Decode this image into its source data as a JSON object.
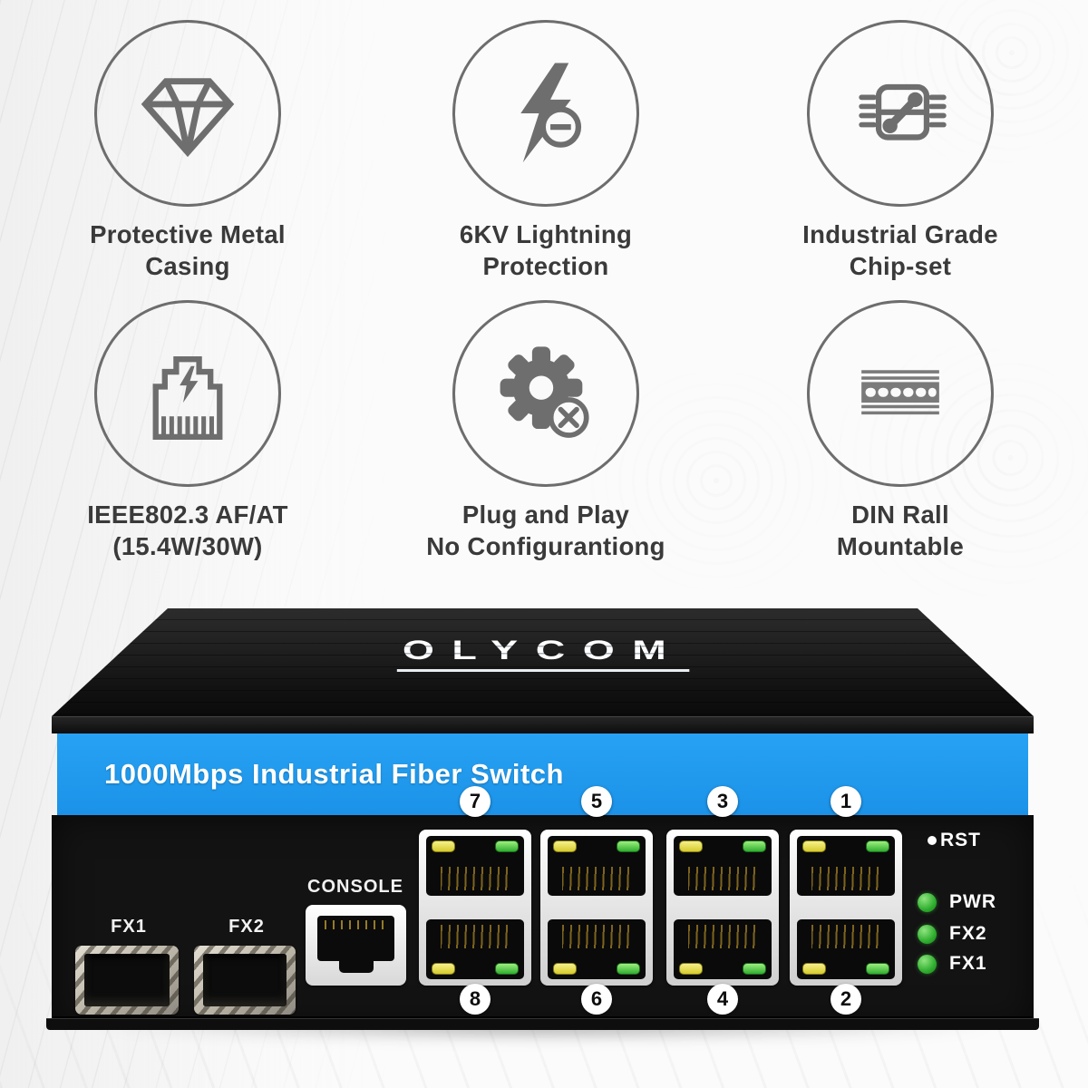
{
  "features": [
    {
      "icon": "diamond-icon",
      "lines": [
        "Protective Metal",
        "Casing"
      ]
    },
    {
      "icon": "lightning-protection-icon",
      "lines": [
        "6KV Lightning",
        "Protection"
      ]
    },
    {
      "icon": "chipset-icon",
      "lines": [
        "Industrial Grade",
        "Chip-set"
      ]
    },
    {
      "icon": "poe-rj45-icon",
      "lines": [
        "IEEE802.3 AF/AT",
        "(15.4W/30W)"
      ]
    },
    {
      "icon": "gear-no-config-icon",
      "lines": [
        "Plug and Play",
        "No Configurantiong"
      ]
    },
    {
      "icon": "din-rail-icon",
      "lines": [
        "DIN Rall",
        "Mountable"
      ]
    }
  ],
  "device": {
    "brand": "OLYCOM",
    "banner_title": "1000Mbps Industrial Fiber Switch",
    "sfp_labels": [
      "FX1",
      "FX2"
    ],
    "console_label": "CONSOLE",
    "port_numbers_top": [
      "7",
      "5",
      "3",
      "1"
    ],
    "port_numbers_bottom": [
      "8",
      "6",
      "4",
      "2"
    ],
    "reset_label": "RST",
    "led_labels": [
      "PWR",
      "FX2",
      "FX1"
    ],
    "colors": {
      "banner_blue": "#1e9bf0",
      "led_green": "#2fae2f",
      "led_yellow": "#e8df3a",
      "body_black": "#131313",
      "icon_gray": "#6e6e6e"
    }
  }
}
